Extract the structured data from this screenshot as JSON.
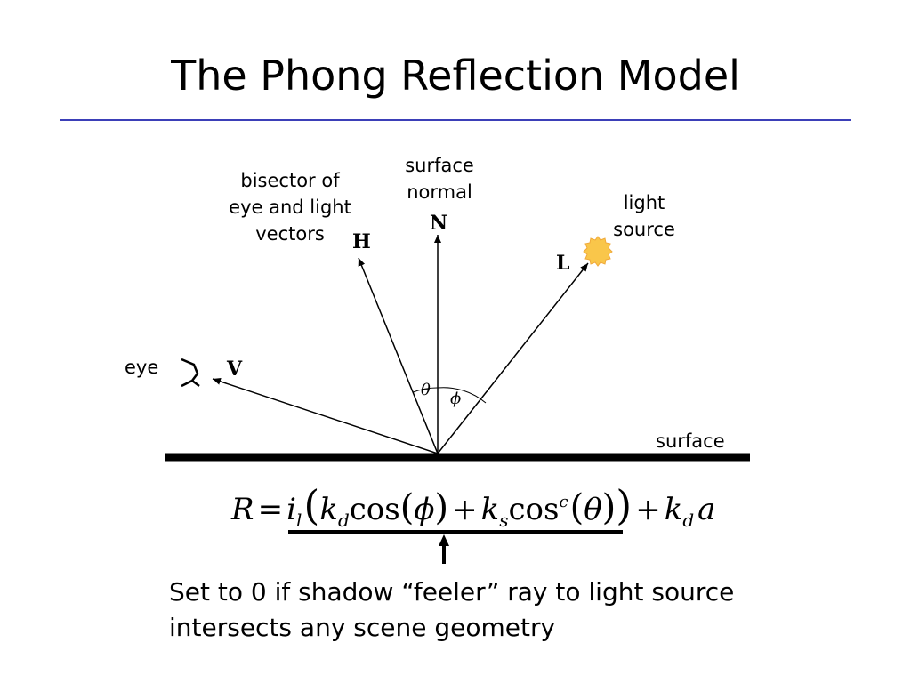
{
  "title": "The Phong Reflection Model",
  "labels": {
    "bisector": "bisector of\neye and light\nvectors",
    "normal": "surface\nnormal",
    "light": "light\nsource",
    "eye": "eye",
    "surface": "surface"
  },
  "vectors": {
    "H": "H",
    "N": "N",
    "L": "L",
    "V": "V"
  },
  "angles": {
    "theta": "θ",
    "phi": "ϕ"
  },
  "equation": {
    "R": "R",
    "eq": "=",
    "i": "i",
    "i_sub": "l",
    "k1": "k",
    "k1_sub": "d",
    "cos1": "cos",
    "phi": "ϕ",
    "plus1": "+",
    "k2": "k",
    "k2_sub": "s",
    "cos2": "cos",
    "exp": "c",
    "theta": "θ",
    "plus2": "+",
    "k3": "k",
    "k3_sub": "d",
    "a": "a"
  },
  "note": "Set to 0 if shadow “feeler” ray to light source intersects any scene geometry",
  "colors": {
    "rule": "#3b3fb8",
    "sun": "#f9c64a",
    "sun_edge": "#f0a93a"
  }
}
